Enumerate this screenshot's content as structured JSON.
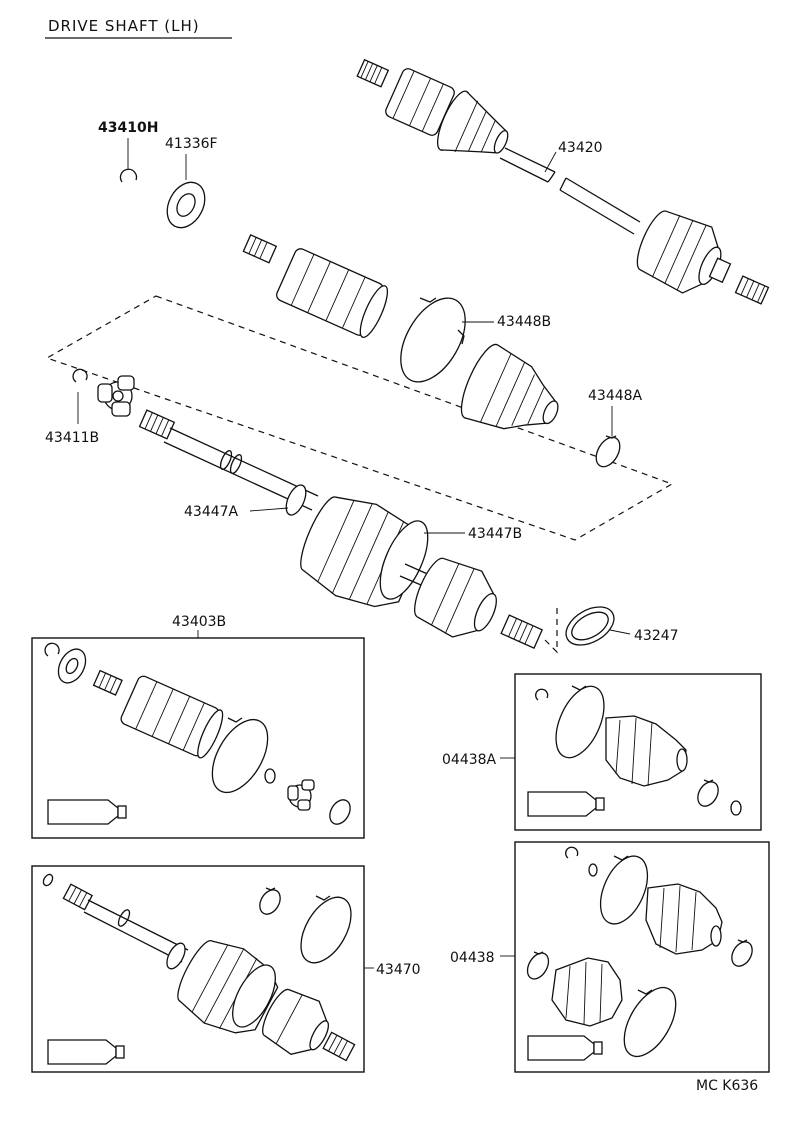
{
  "diagram": {
    "title": "DRIVE SHAFT (LH)",
    "footer_code": "MC K636",
    "parts": {
      "p43410H": "43410H",
      "p41336F": "41336F",
      "p43420": "43420",
      "p43448B": "43448B",
      "p43448A": "43448A",
      "p43411B": "43411B",
      "p43447A": "43447A",
      "p43447B": "43447B",
      "p43403B": "43403B",
      "p43247": "43247",
      "p04438A": "04438A",
      "p04438": "04438",
      "p43470": "43470"
    }
  }
}
